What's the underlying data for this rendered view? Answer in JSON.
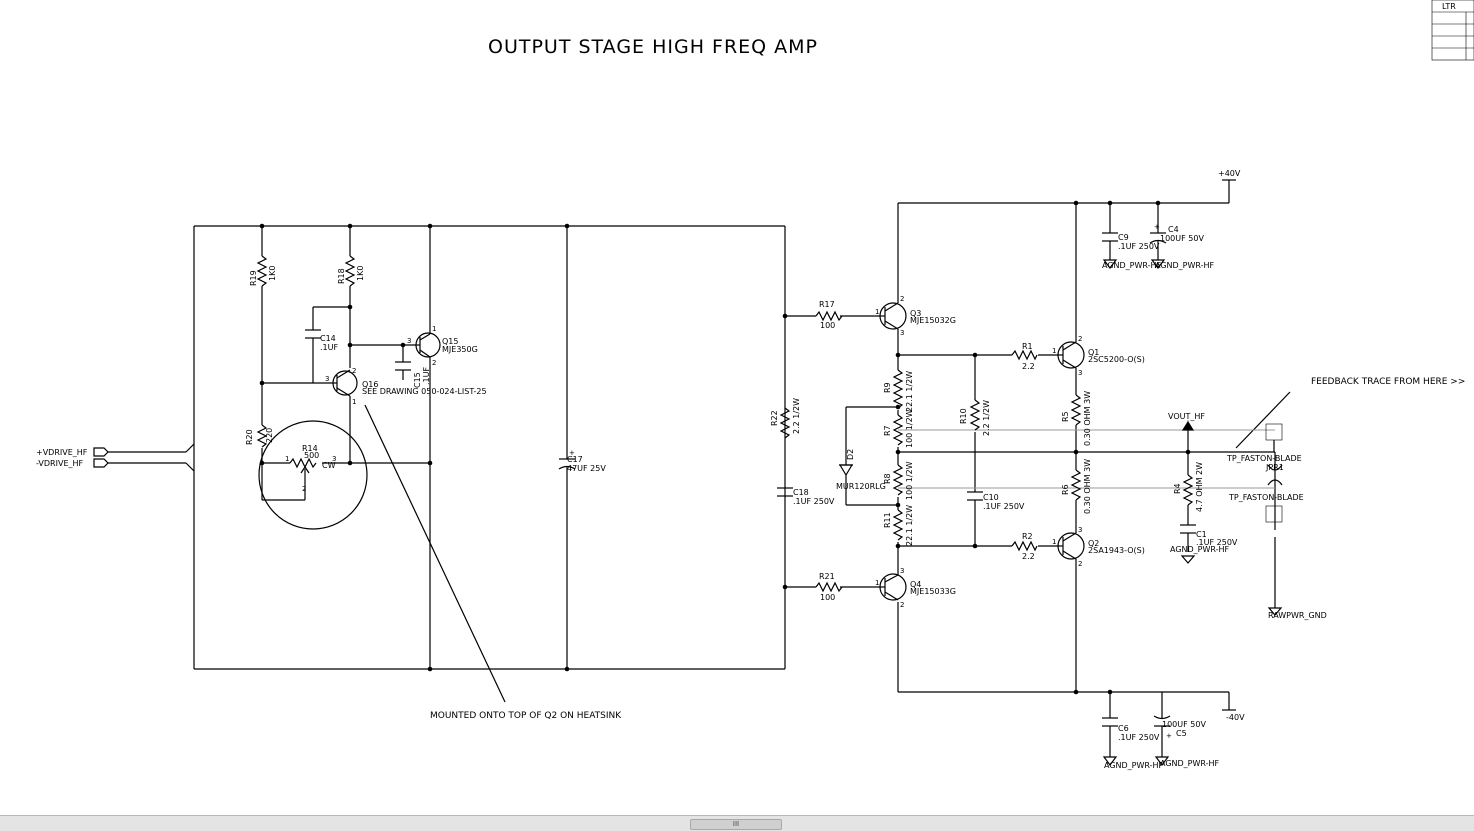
{
  "title": "OUTPUT STAGE HIGH FREQ AMP",
  "revision_block": {
    "header": "LTR"
  },
  "ports": {
    "vdrive_pos": "+VDRIVE_HF",
    "vdrive_neg": "-VDRIVE_HF"
  },
  "rails": {
    "pos": "+40V",
    "neg": "-40V"
  },
  "notes": {
    "mounted": "MOUNTED ONTO TOP OF Q2 ON HEATSINK",
    "feedback": "FEEDBACK TRACE FROM HERE >>"
  },
  "nets": {
    "vout": "VOUT_HF",
    "agnd": "AGND_PWR-HF",
    "rawpwr": "RAWPWR_GND",
    "tp_faston": "TP_FASTON-BLADE",
    "jpr1": "JPR1"
  },
  "components": {
    "R19": {
      "ref": "R19",
      "value": "1K0"
    },
    "R18": {
      "ref": "R18",
      "value": "1K0"
    },
    "R20": {
      "ref": "R20",
      "value": "220"
    },
    "R14": {
      "ref": "R14",
      "value": "500",
      "cw": "CW"
    },
    "C14": {
      "ref": "C14",
      "value": ".1UF"
    },
    "C15": {
      "ref": "C15",
      "value": ".1UF"
    },
    "Q15": {
      "ref": "Q15",
      "value": "MJE350G"
    },
    "Q16": {
      "ref": "Q16",
      "value": "SEE DRAWING 050-024-LIST-25"
    },
    "C17": {
      "ref": "C17",
      "value": "47UF 25V"
    },
    "R17": {
      "ref": "R17",
      "value": "100"
    },
    "R21": {
      "ref": "R21",
      "value": "100"
    },
    "R22": {
      "ref": "R22",
      "value": "2.2 1/2W"
    },
    "C18": {
      "ref": "C18",
      "value": ".1UF 250V"
    },
    "Q3": {
      "ref": "Q3",
      "value": "MJE15032G"
    },
    "Q4": {
      "ref": "Q4",
      "value": "MJE15033G"
    },
    "R9": {
      "ref": "R9",
      "value": "22.1 1/2W"
    },
    "R7": {
      "ref": "R7",
      "value": "100 1/2W"
    },
    "R8": {
      "ref": "R8",
      "value": "100 1/2W"
    },
    "R11": {
      "ref": "R11",
      "value": "22.1 1/2W"
    },
    "D2": {
      "ref": "D2",
      "value": "MUR120RLG"
    },
    "R10": {
      "ref": "R10",
      "value": "2.2 1/2W"
    },
    "C10": {
      "ref": "C10",
      "value": ".1UF 250V"
    },
    "R1": {
      "ref": "R1",
      "value": "2.2"
    },
    "R2": {
      "ref": "R2",
      "value": "2.2"
    },
    "Q1": {
      "ref": "Q1",
      "value": "2SC5200-O(S)"
    },
    "Q2": {
      "ref": "Q2",
      "value": "2SA1943-O(S)"
    },
    "R5": {
      "ref": "R5",
      "value": "0.30 OHM 3W"
    },
    "R6": {
      "ref": "R6",
      "value": "0.30 OHM 3W"
    },
    "R4": {
      "ref": "R4",
      "value": "4.7 OHM 2W"
    },
    "C1": {
      "ref": "C1",
      "value": ".1UF 250V"
    },
    "C9": {
      "ref": "C9",
      "value": ".1UF 250V"
    },
    "C4": {
      "ref": "C4",
      "value": "100UF 50V"
    },
    "C6": {
      "ref": "C6",
      "value": ".1UF 250V"
    },
    "C5": {
      "ref": "C5",
      "value": "100UF 50V"
    }
  },
  "scrollbar": {
    "thumb": "III"
  }
}
